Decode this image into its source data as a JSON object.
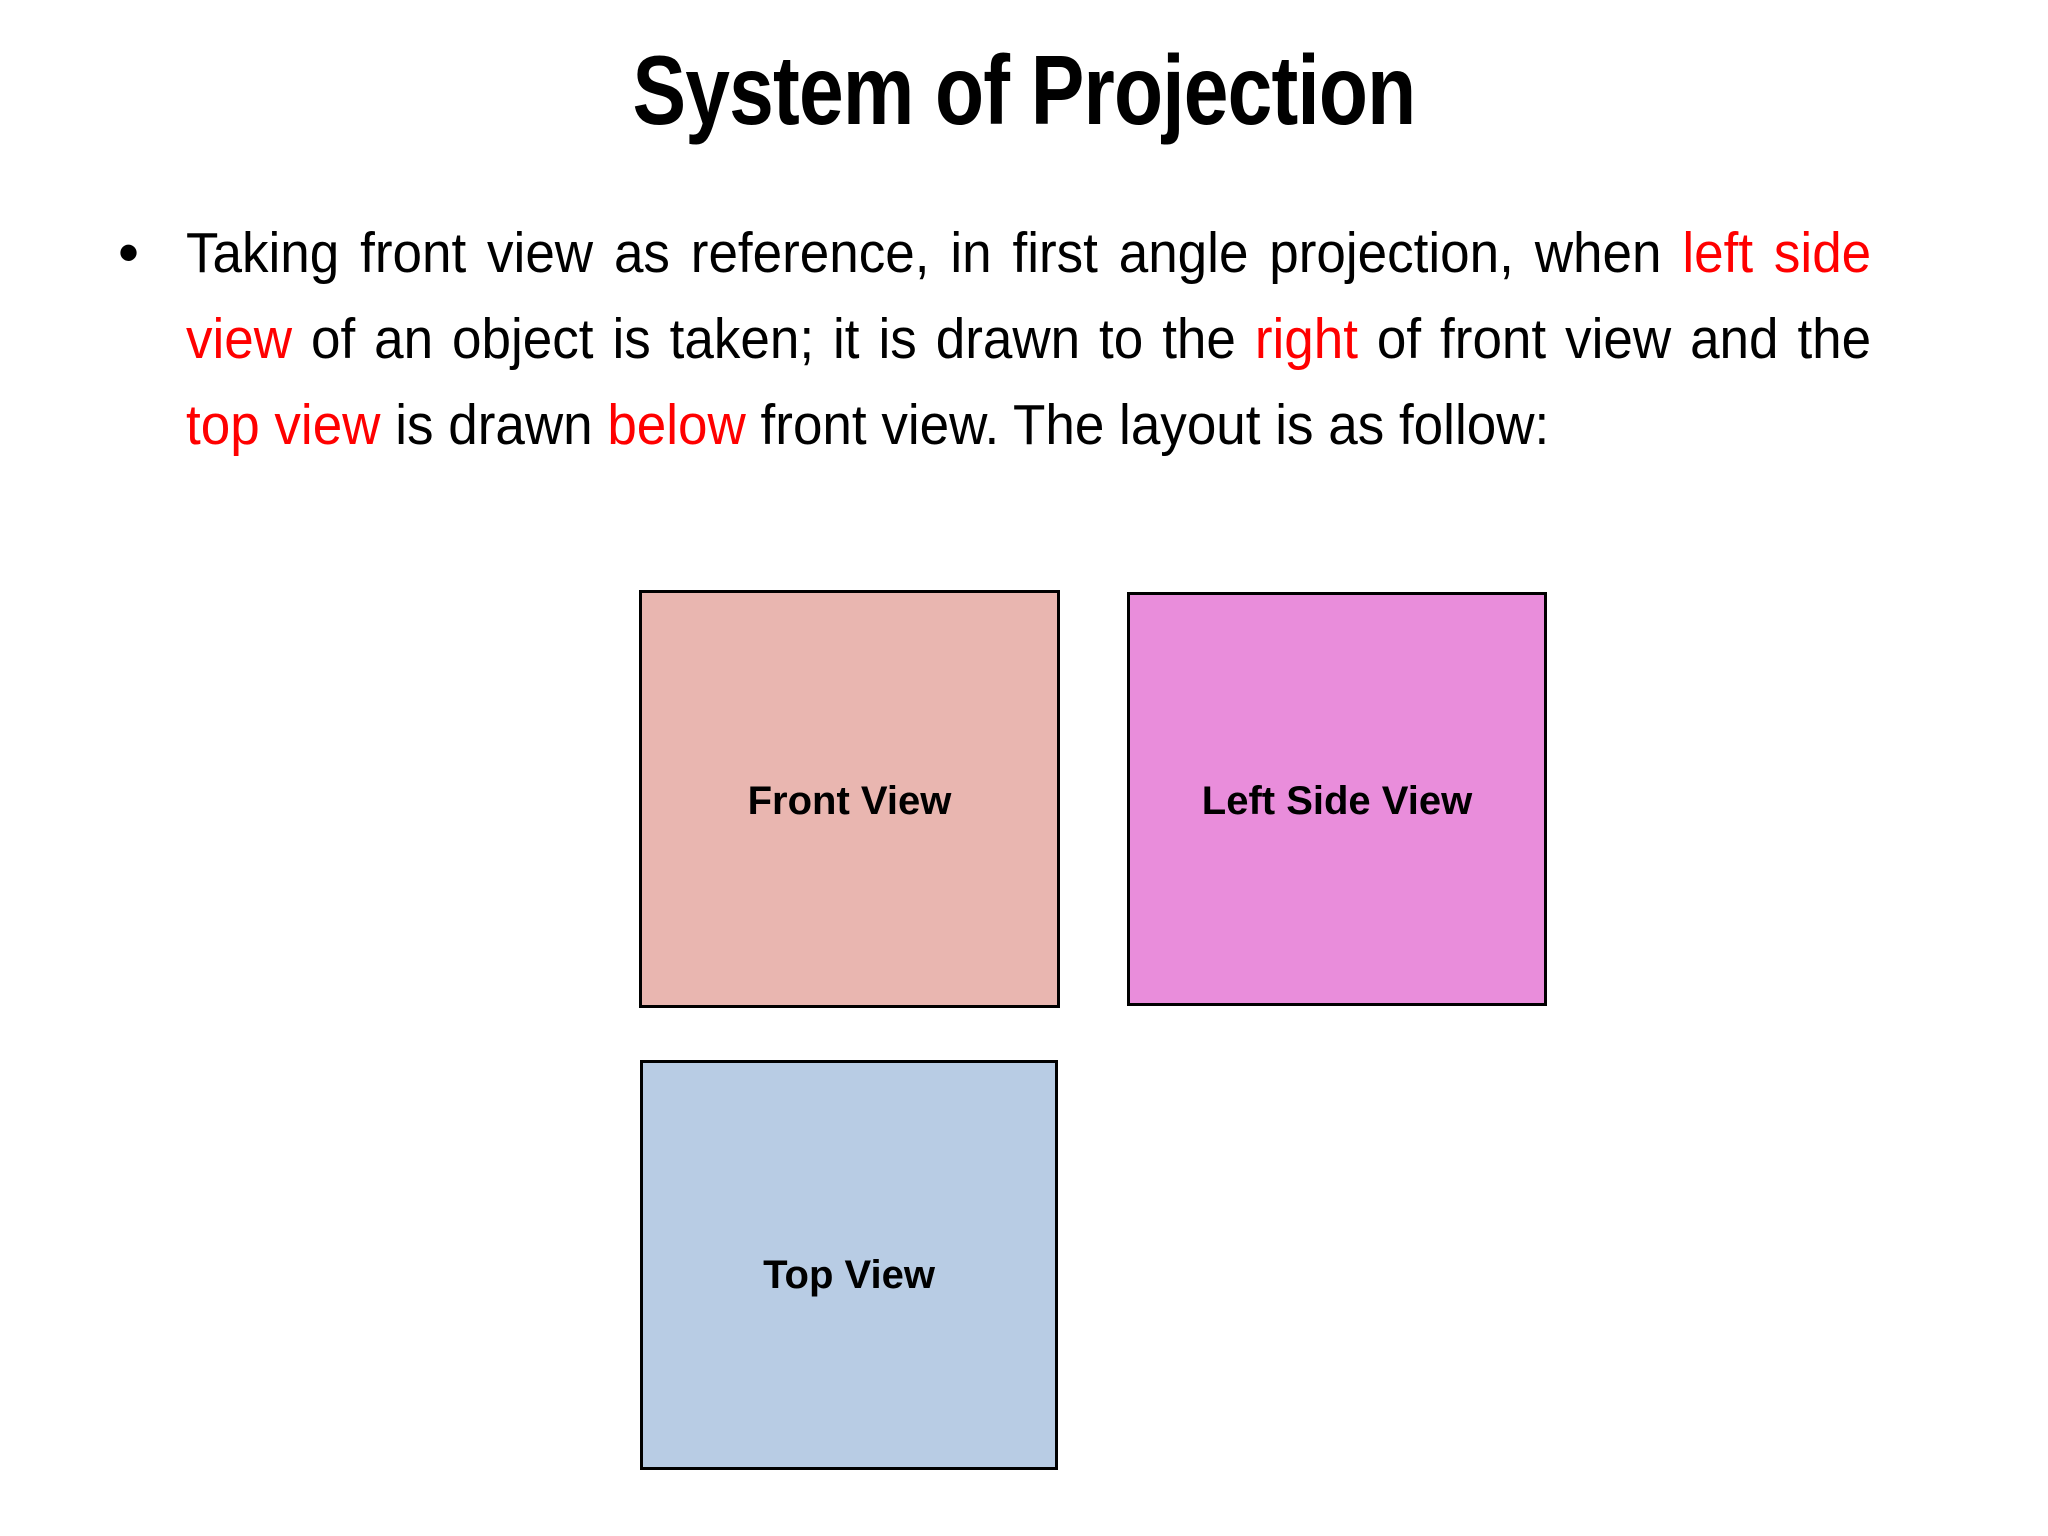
{
  "slide": {
    "title": "System of Projection",
    "background_color": "#ffffff",
    "highlight_color": "#ff0000",
    "text_color": "#000000"
  },
  "body": {
    "bullet_marker": "•",
    "segments": [
      {
        "text": "Taking front view as reference, in first angle projection, when ",
        "highlight": false
      },
      {
        "text": "left side view",
        "highlight": true
      },
      {
        "text": " of an object is taken; it is drawn to the ",
        "highlight": false
      },
      {
        "text": "right",
        "highlight": true
      },
      {
        "text": " of front view and the ",
        "highlight": false
      },
      {
        "text": "top view",
        "highlight": true
      },
      {
        "text": " is drawn ",
        "highlight": false
      },
      {
        "text": "below",
        "highlight": true
      },
      {
        "text": " front view. The layout is as follow:",
        "highlight": false
      }
    ],
    "full_text": "Taking front view as reference, in first angle projection, when left side view of an object is taken; it is drawn to the right of front view and the top view is drawn below front view. The layout is as follow:"
  },
  "diagram": {
    "boxes": [
      {
        "id": "front",
        "label": "Front View",
        "fill": "#e9b6b0",
        "border": "#000000"
      },
      {
        "id": "left-side",
        "label": "Left Side View",
        "fill": "#e98ddb",
        "border": "#000000"
      },
      {
        "id": "top",
        "label": "Top View",
        "fill": "#b8cce4",
        "border": "#000000"
      }
    ]
  }
}
